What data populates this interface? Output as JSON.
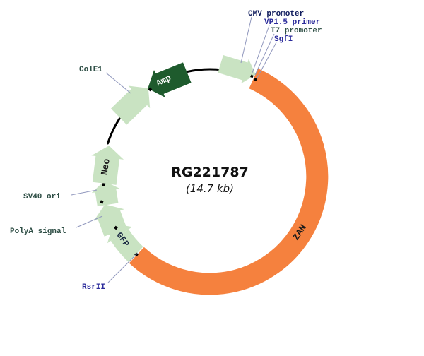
{
  "plasmid": {
    "name": "RG221787",
    "size": "(14.7 kb)",
    "labels": {
      "cmv": "CMV promoter",
      "vp15": "VP1.5 primer",
      "t7": "T7 promoter",
      "sgfi": "SgfI",
      "cole1": "ColE1",
      "sv40": "SV40 ori",
      "polya": "PolyA signal",
      "rsrii": "RsrII"
    },
    "genes": {
      "amp": "Amp",
      "neo": "Neo",
      "gfp": "GFP",
      "zan": "ZAN"
    },
    "features": [
      {
        "name": "ZAN",
        "type": "insert-gene",
        "direction": "clockwise"
      },
      {
        "name": "GFP",
        "type": "tag",
        "direction": "clockwise"
      },
      {
        "name": "PolyA signal",
        "type": "signal",
        "direction": "clockwise"
      },
      {
        "name": "SV40 ori",
        "type": "origin",
        "direction": "clockwise"
      },
      {
        "name": "Neo",
        "type": "selection-marker",
        "direction": "clockwise"
      },
      {
        "name": "ColE1",
        "type": "origin",
        "direction": "clockwise"
      },
      {
        "name": "Amp",
        "type": "selection-marker",
        "direction": "counterclockwise"
      },
      {
        "name": "CMV promoter",
        "type": "promoter",
        "direction": "clockwise"
      }
    ],
    "colors": {
      "insert": "#F5813E",
      "feature_light": "#C9E3C2",
      "amp_dark": "#1E5B2D",
      "backbone": "#000000",
      "cmv_label": "#0E1A5C",
      "site_label": "#2B2B9B",
      "feature_label": "#2F4F46",
      "gene_dark": "#1A1A1A",
      "gene_gfp": "#162540",
      "gene_amp_text": "#FFFFFF",
      "leader_line": "#9097BD",
      "title_color": "#111111"
    }
  }
}
